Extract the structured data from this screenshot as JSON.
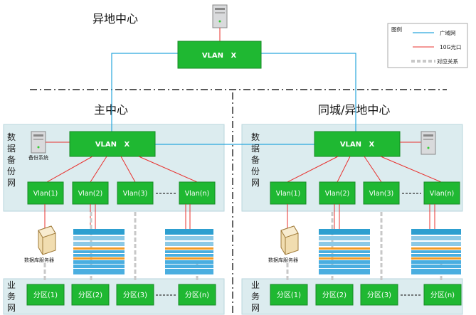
{
  "sites": {
    "remote": "异地中心",
    "main": "主中心",
    "dr": "同城/异地中心"
  },
  "top_switch": "VLAN   X",
  "core_switch_left": "VLAN   X",
  "core_switch_right": "VLAN   X",
  "zones": {
    "backup_network": [
      "数",
      "据",
      "备",
      "份",
      "网"
    ],
    "business_network": [
      "业",
      "务",
      "网"
    ]
  },
  "left": {
    "backup_system": "备份系统",
    "db_server": "数据库服务器",
    "vlans": [
      "Vlan(1)",
      "Vlan(2)",
      "Vlan(3)",
      "Vlan(n)"
    ],
    "partitions": [
      "分区(1)",
      "分区(2)",
      "分区(3)",
      "分区(n)"
    ]
  },
  "right": {
    "db_server": "数据库服务器",
    "vlans": [
      "Vlan(1)",
      "Vlan(2)",
      "Vlan(3)",
      "Vlan(n)"
    ],
    "partitions": [
      "分区(1)",
      "分区(2)",
      "分区(3)",
      "分区(n)"
    ]
  },
  "legend": {
    "title": "图例",
    "items": [
      {
        "label": "广域网",
        "color": "#2aa7dd",
        "style": "solid"
      },
      {
        "label": "10G光口",
        "color": "#e8302d",
        "style": "solid"
      },
      {
        "label": "对应关系",
        "color": "#c8c8c8",
        "style": "dashed"
      }
    ]
  },
  "colors": {
    "switch_green": "#1fb832",
    "zone_bg": "#dcecef",
    "wan_blue": "#2aa7dd",
    "fiber_red": "#e8302d"
  }
}
